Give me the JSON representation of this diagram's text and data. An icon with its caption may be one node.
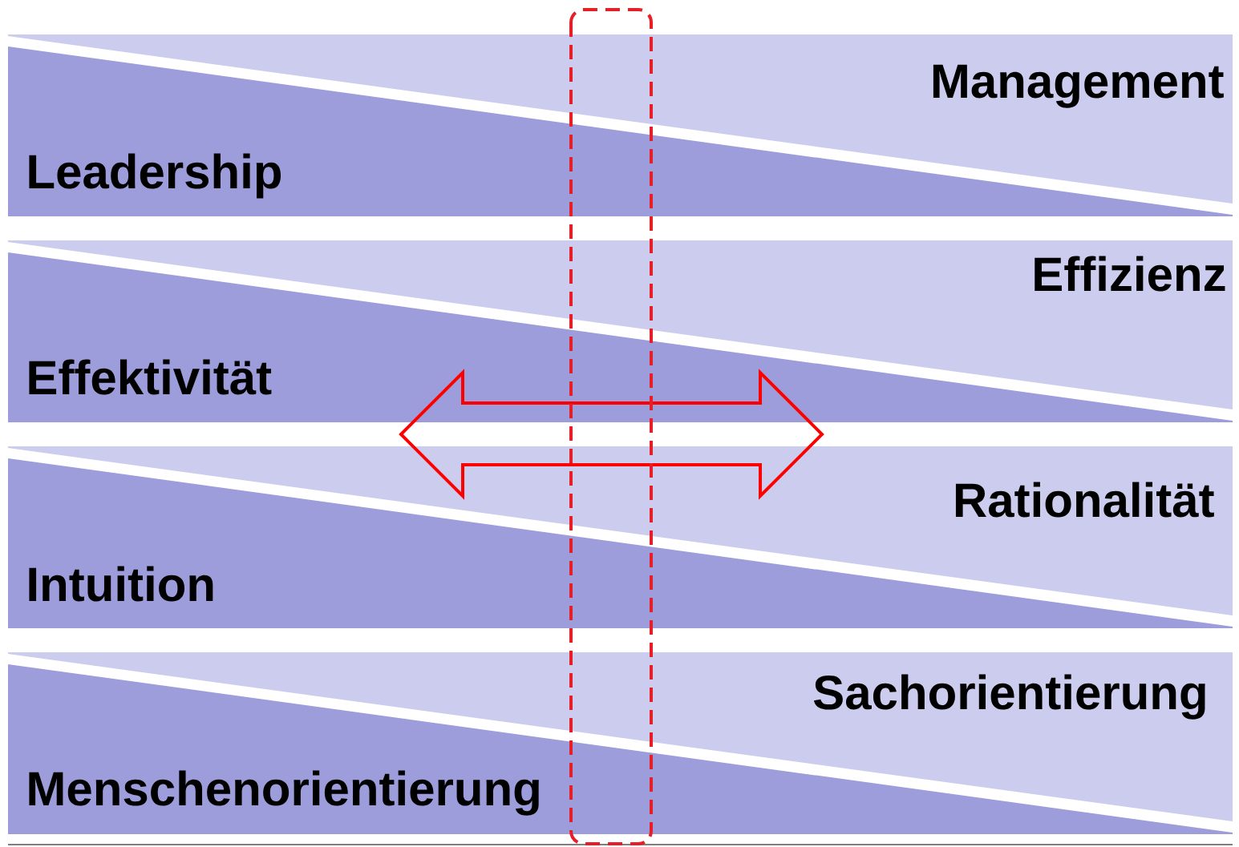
{
  "diagram": {
    "nodes": [
      {
        "text": [
          "Management"
        ]
      },
      {
        "text": [
          "Leadership"
        ]
      },
      {
        "text": [
          "Effizienz"
        ]
      },
      {
        "text": [
          "Effektivität"
        ]
      },
      {
        "text": [
          "Rationalität"
        ]
      },
      {
        "text": [
          "Intuition"
        ]
      },
      {
        "text": [
          "Sachorientierung"
        ]
      },
      {
        "text": [
          "Menschenorientierung"
        ]
      }
    ]
  }
}
